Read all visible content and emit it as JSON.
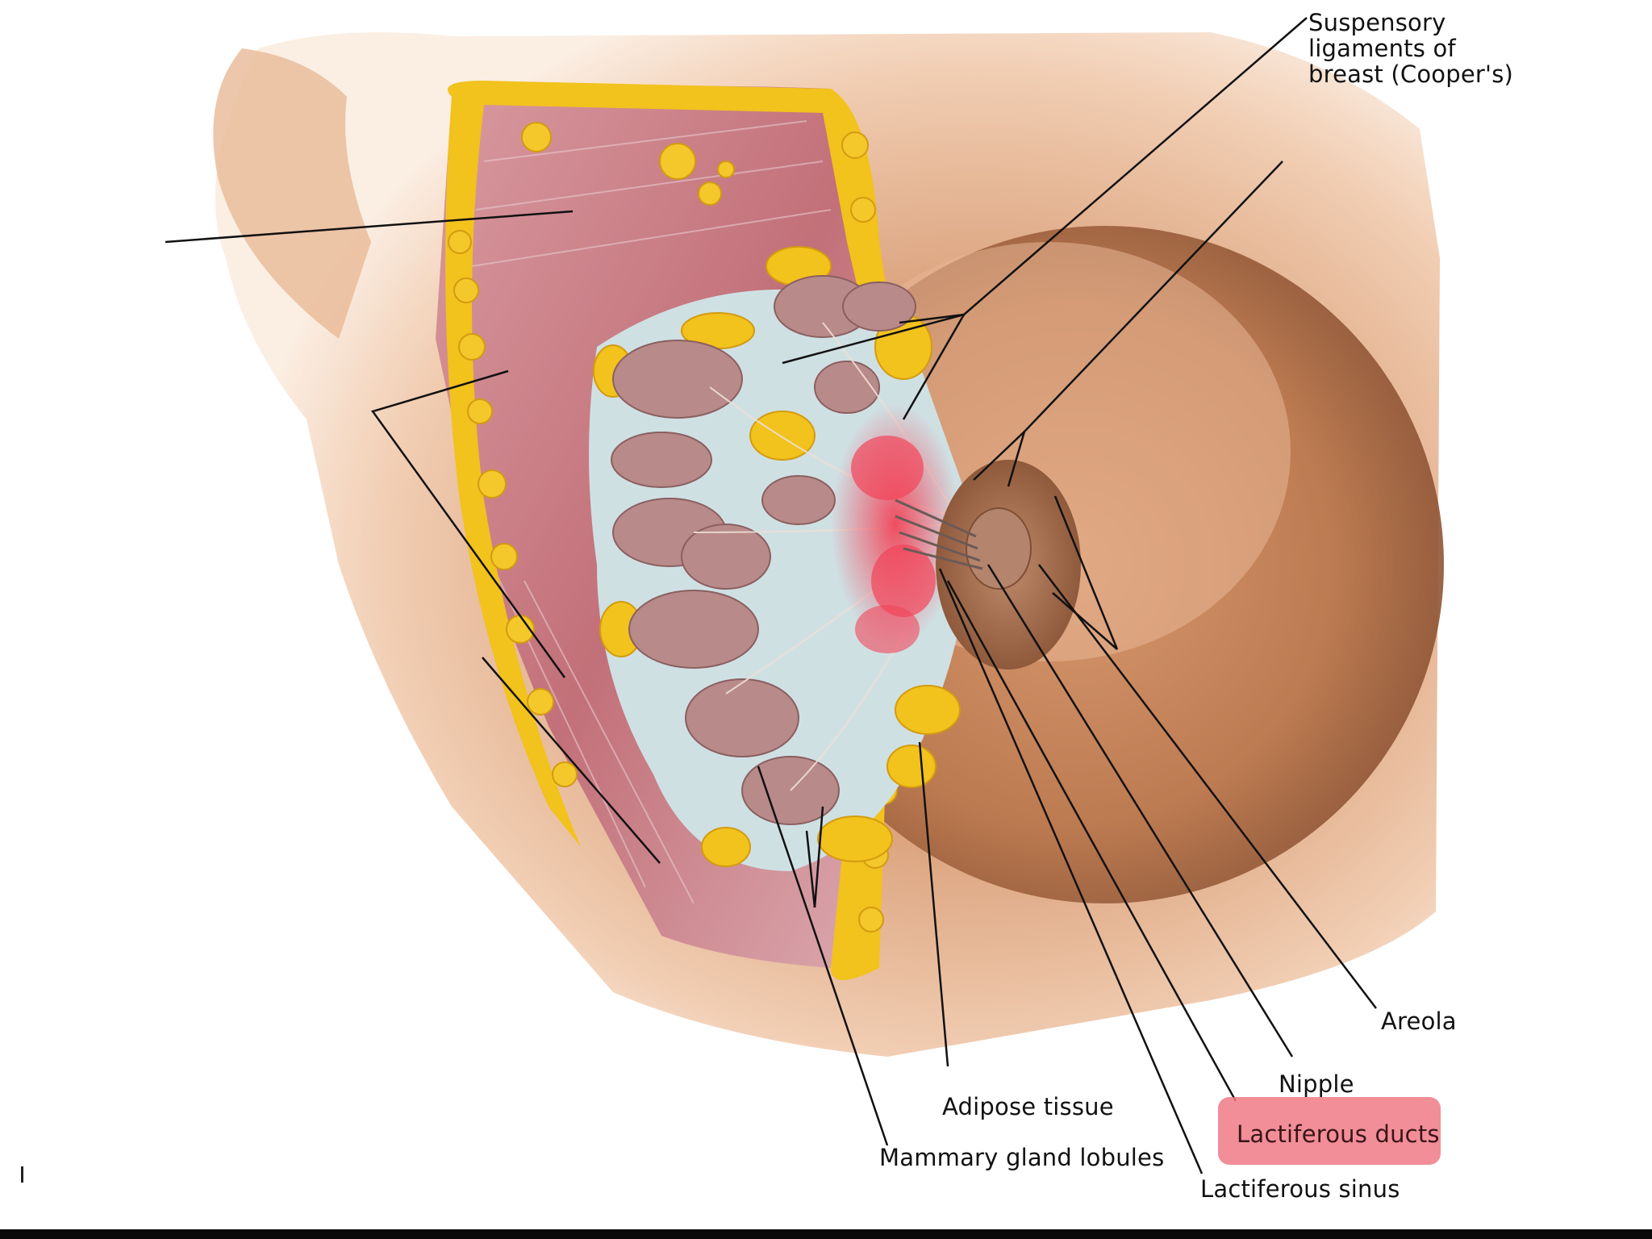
{
  "labels": {
    "suspensory_ligaments": "Suspensory ligaments of breast (Cooper's)",
    "areola": "Areola",
    "nipple": "Nipple",
    "lactiferous_ducts": "Lactiferous ducts",
    "adipose_tissue": "Adipose tissue",
    "mammary_gland_lobules": "Mammary gland lobules",
    "lactiferous_sinus": "Lactiferous sinus"
  },
  "highlighted_label": "lactiferous_ducts",
  "colors": {
    "skin": "#d9a07a",
    "skin_shadow": "#a8673f",
    "muscle": "#c77b84",
    "fat": "#f2c21d",
    "gland_lobule": "#b98a8a",
    "highlight": "#f07a86",
    "leader_line": "#111111"
  }
}
